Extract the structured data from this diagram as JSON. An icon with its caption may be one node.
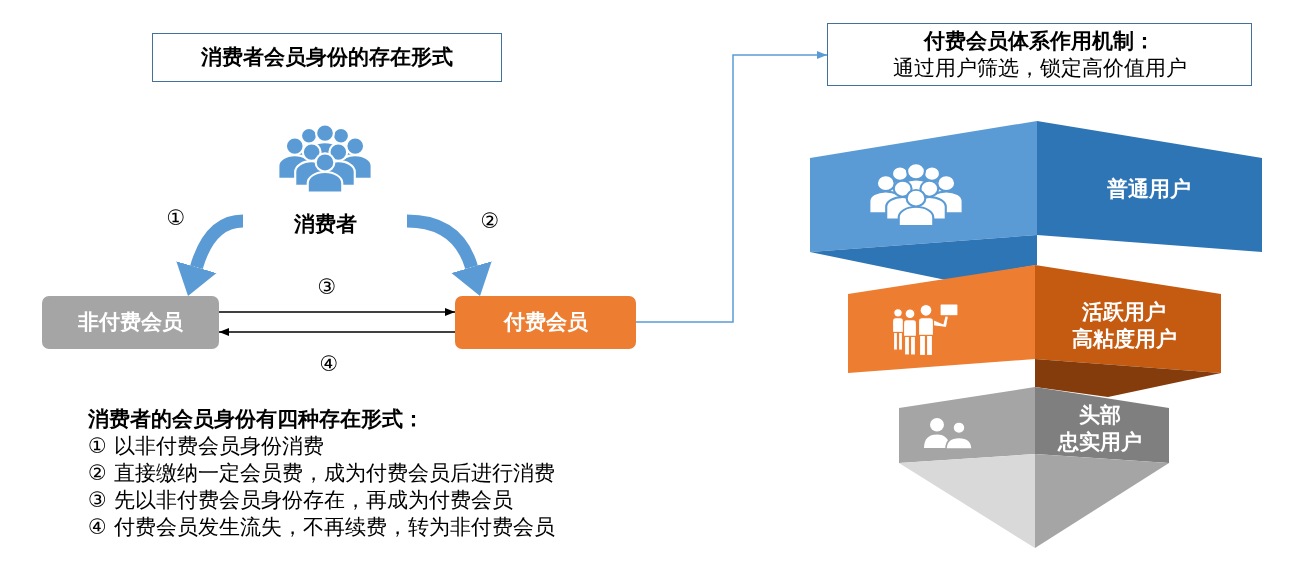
{
  "diagram": {
    "nodes": [
      {
        "text": [
          "消费者会员身份的存在形式"
        ]
      },
      {
        "text": [
          "消费者"
        ]
      },
      {
        "text": [
          "非付费会员"
        ]
      },
      {
        "text": [
          "付费会员"
        ]
      },
      {
        "text": [
          "付费会员体系作用机制：",
          "通过用户筛选，锁定高价值用户"
        ]
      },
      {
        "text": [
          "普通用户"
        ]
      },
      {
        "text": [
          "活跃用户",
          "高粘度用户"
        ]
      },
      {
        "text": [
          "头部",
          "忠实用户"
        ]
      }
    ],
    "edges": [
      {
        "from": 1,
        "to": 2,
        "arrow": "to",
        "label": "①",
        "style": "thick",
        "color": "#5b9bd5"
      },
      {
        "from": 1,
        "to": 3,
        "arrow": "to",
        "label": "②",
        "style": "thick",
        "color": "#5b9bd5"
      },
      {
        "from": 2,
        "to": 3,
        "arrow": "to",
        "label": "③",
        "color": "#000000"
      },
      {
        "from": 3,
        "to": 2,
        "arrow": "to",
        "label": "④",
        "color": "#000000"
      },
      {
        "from": 3,
        "to": 4,
        "arrow": "to",
        "color": "#5b9bd5"
      }
    ],
    "labels": [
      "消费者的会员身份有四种存在形式：",
      "① 以非付费会员身份消费",
      "② 直接缴纳一定会员费，成为付费会员后进行消费",
      "③ 先以非付费会员身份存在，再成为付费会员",
      "④ 付费会员发生流失，不再续费，转为非付费会员"
    ]
  }
}
